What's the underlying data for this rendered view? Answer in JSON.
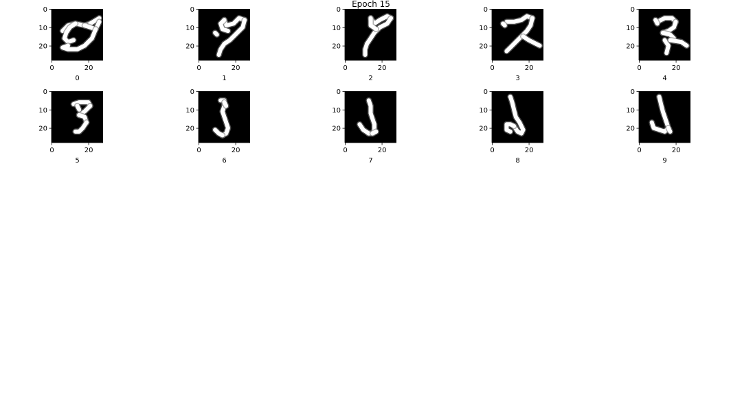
{
  "title": "Epoch 15",
  "chart_data": [
    {
      "type": "heatmap",
      "xlabel": "0",
      "xticks": [
        "0",
        "20"
      ],
      "yticks": [
        "0",
        "10",
        "20"
      ],
      "xlim": [
        0,
        28
      ],
      "ylim": [
        28,
        0
      ],
      "colormap": "gray",
      "strokes": [
        [
          [
            6,
            12
          ],
          [
            9,
            9
          ],
          [
            13,
            8
          ],
          [
            18,
            9
          ],
          [
            21,
            8
          ]
        ],
        [
          [
            21,
            8
          ],
          [
            26,
            5
          ]
        ],
        [
          [
            18,
            9
          ],
          [
            24,
            11
          ],
          [
            26,
            7
          ]
        ],
        [
          [
            13,
            8
          ],
          [
            10,
            10
          ],
          [
            8,
            13
          ],
          [
            7,
            16
          ],
          [
            9,
            18
          ],
          [
            12,
            17
          ]
        ],
        [
          [
            24,
            11
          ],
          [
            22,
            16
          ],
          [
            18,
            20
          ],
          [
            14,
            22
          ],
          [
            9,
            22
          ],
          [
            6,
            21
          ],
          [
            9,
            20
          ]
        ]
      ]
    },
    {
      "type": "heatmap",
      "xlabel": "1",
      "xticks": [
        "0",
        "20"
      ],
      "yticks": [
        "0",
        "10",
        "20"
      ],
      "xlim": [
        0,
        28
      ],
      "ylim": [
        28,
        0
      ],
      "colormap": "gray",
      "strokes": [
        [
          [
            14,
            6
          ],
          [
            15,
            9
          ],
          [
            19,
            8
          ],
          [
            22,
            5
          ],
          [
            25,
            6
          ]
        ],
        [
          [
            25,
            6
          ],
          [
            24,
            10
          ],
          [
            20,
            14
          ],
          [
            17,
            17
          ],
          [
            14,
            19
          ],
          [
            12,
            22
          ],
          [
            11,
            25
          ]
        ],
        [
          [
            14,
            6
          ],
          [
            12,
            8
          ],
          [
            13,
            11
          ],
          [
            16,
            12
          ]
        ],
        [
          [
            9,
            13
          ],
          [
            10,
            14
          ]
        ]
      ]
    },
    {
      "type": "heatmap",
      "xlabel": "2",
      "xticks": [
        "0",
        "20"
      ],
      "yticks": [
        "0",
        "10",
        "20"
      ],
      "xlim": [
        0,
        28
      ],
      "ylim": [
        28,
        0
      ],
      "colormap": "gray",
      "strokes": [
        [
          [
            14,
            5
          ],
          [
            16,
            8
          ],
          [
            19,
            6
          ],
          [
            23,
            4
          ],
          [
            25,
            5
          ]
        ],
        [
          [
            25,
            5
          ],
          [
            23,
            8
          ],
          [
            19,
            10
          ],
          [
            16,
            13
          ],
          [
            14,
            16
          ],
          [
            12,
            19
          ],
          [
            11,
            22
          ],
          [
            11,
            25
          ]
        ],
        [
          [
            14,
            5
          ],
          [
            14,
            9
          ],
          [
            17,
            11
          ]
        ]
      ]
    },
    {
      "type": "heatmap",
      "xlabel": "3",
      "xticks": [
        "0",
        "20"
      ],
      "yticks": [
        "0",
        "10",
        "20"
      ],
      "xlim": [
        0,
        28
      ],
      "ylim": [
        28,
        0
      ],
      "colormap": "gray",
      "strokes": [
        [
          [
            8,
            7
          ],
          [
            12,
            7
          ],
          [
            16,
            6
          ],
          [
            19,
            4
          ],
          [
            22,
            5
          ]
        ],
        [
          [
            22,
            5
          ],
          [
            21,
            9
          ],
          [
            19,
            12
          ],
          [
            16,
            15
          ],
          [
            13,
            18
          ],
          [
            10,
            21
          ],
          [
            8,
            23
          ]
        ],
        [
          [
            17,
            15
          ],
          [
            20,
            17
          ],
          [
            24,
            19
          ],
          [
            26,
            20
          ]
        ],
        [
          [
            6,
            8
          ],
          [
            7,
            9
          ]
        ]
      ]
    },
    {
      "type": "heatmap",
      "xlabel": "4",
      "xticks": [
        "0",
        "20"
      ],
      "yticks": [
        "0",
        "10",
        "20"
      ],
      "xlim": [
        0,
        28
      ],
      "ylim": [
        28,
        0
      ],
      "colormap": "gray",
      "strokes": [
        [
          [
            10,
            7
          ],
          [
            14,
            5
          ],
          [
            18,
            5
          ],
          [
            20,
            7
          ]
        ],
        [
          [
            20,
            7
          ],
          [
            19,
            10
          ],
          [
            16,
            12
          ],
          [
            13,
            13
          ]
        ],
        [
          [
            13,
            13
          ],
          [
            17,
            14
          ],
          [
            19,
            16
          ]
        ],
        [
          [
            14,
            17
          ],
          [
            16,
            20
          ],
          [
            15,
            24
          ]
        ],
        [
          [
            17,
            17
          ],
          [
            23,
            18
          ],
          [
            26,
            20
          ]
        ],
        [
          [
            9,
            6
          ],
          [
            10,
            8
          ]
        ]
      ]
    },
    {
      "type": "heatmap",
      "xlabel": "5",
      "xticks": [
        "0",
        "20"
      ],
      "yticks": [
        "0",
        "10",
        "20"
      ],
      "xlim": [
        0,
        28
      ],
      "ylim": [
        28,
        0
      ],
      "colormap": "gray",
      "strokes": [
        [
          [
            12,
            7
          ],
          [
            15,
            6
          ],
          [
            20,
            6
          ],
          [
            21,
            8
          ]
        ],
        [
          [
            21,
            8
          ],
          [
            18,
            11
          ],
          [
            15,
            13
          ]
        ],
        [
          [
            15,
            13
          ],
          [
            18,
            14
          ],
          [
            19,
            17
          ]
        ],
        [
          [
            19,
            17
          ],
          [
            17,
            20
          ],
          [
            15,
            22
          ],
          [
            13,
            22
          ]
        ],
        [
          [
            14,
            8
          ],
          [
            15,
            10
          ]
        ]
      ]
    },
    {
      "type": "heatmap",
      "xlabel": "6",
      "xticks": [
        "0",
        "20"
      ],
      "yticks": [
        "0",
        "10",
        "20"
      ],
      "xlim": [
        0,
        28
      ],
      "ylim": [
        28,
        0
      ],
      "colormap": "gray",
      "strokes": [
        [
          [
            12,
            5
          ],
          [
            14,
            5
          ],
          [
            14,
            8
          ],
          [
            13,
            11
          ],
          [
            14,
            14
          ],
          [
            15,
            17
          ],
          [
            16,
            20
          ],
          [
            15,
            23
          ],
          [
            13,
            24
          ]
        ],
        [
          [
            13,
            24
          ],
          [
            11,
            23
          ],
          [
            9,
            21
          ]
        ],
        [
          [
            14,
            6
          ],
          [
            15,
            8
          ]
        ]
      ]
    },
    {
      "type": "heatmap",
      "xlabel": "7",
      "xticks": [
        "0",
        "20"
      ],
      "yticks": [
        "0",
        "10",
        "20"
      ],
      "xlim": [
        0,
        28
      ],
      "ylim": [
        28,
        0
      ],
      "colormap": "gray",
      "strokes": [
        [
          [
            13,
            5
          ],
          [
            14,
            8
          ],
          [
            14,
            12
          ],
          [
            15,
            15
          ],
          [
            16,
            18
          ],
          [
            16,
            21
          ],
          [
            15,
            23
          ],
          [
            13,
            23
          ]
        ],
        [
          [
            13,
            23
          ],
          [
            10,
            21
          ],
          [
            8,
            18
          ]
        ],
        [
          [
            15,
            23
          ],
          [
            17,
            22
          ]
        ]
      ]
    },
    {
      "type": "heatmap",
      "xlabel": "8",
      "xticks": [
        "0",
        "20"
      ],
      "yticks": [
        "0",
        "10",
        "20"
      ],
      "xlim": [
        0,
        28
      ],
      "ylim": [
        28,
        0
      ],
      "colormap": "gray",
      "strokes": [
        [
          [
            10,
            3
          ],
          [
            11,
            6
          ],
          [
            12,
            10
          ],
          [
            13,
            14
          ],
          [
            15,
            17
          ],
          [
            17,
            21
          ],
          [
            16,
            23
          ],
          [
            14,
            22
          ],
          [
            12,
            19
          ]
        ],
        [
          [
            12,
            19
          ],
          [
            10,
            18
          ],
          [
            8,
            18
          ],
          [
            8,
            21
          ],
          [
            10,
            22
          ]
        ]
      ]
    },
    {
      "type": "heatmap",
      "xlabel": "9",
      "xticks": [
        "0",
        "20"
      ],
      "yticks": [
        "0",
        "10",
        "20"
      ],
      "xlim": [
        0,
        28
      ],
      "ylim": [
        28,
        0
      ],
      "colormap": "gray",
      "strokes": [
        [
          [
            11,
            3
          ],
          [
            12,
            7
          ],
          [
            13,
            11
          ],
          [
            14,
            14
          ],
          [
            15,
            17
          ],
          [
            16,
            20
          ],
          [
            14,
            22
          ],
          [
            11,
            21
          ],
          [
            8,
            20
          ],
          [
            7,
            17
          ]
        ],
        [
          [
            16,
            20
          ],
          [
            17,
            22
          ]
        ]
      ]
    }
  ]
}
